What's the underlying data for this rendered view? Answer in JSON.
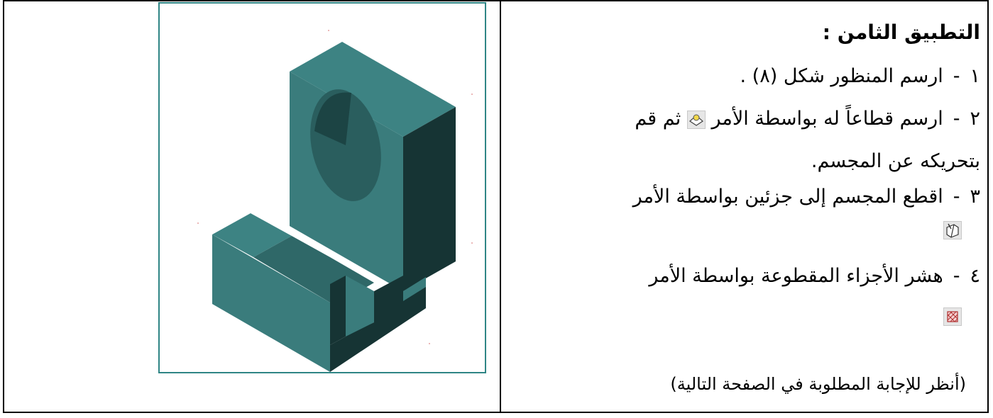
{
  "title": "التطبيق الثامن :",
  "items": [
    {
      "num": "١",
      "dash": "-",
      "text": "ارسم المنظور شكل (٨) ."
    },
    {
      "num": "٢",
      "dash": "-",
      "text_before_icon": "ارسم قطاعاً له بواسطة الأمر",
      "text_after_icon": "ثم قم",
      "continuation": "بتحريكه عن المجسم.",
      "icon": "section-command-icon"
    },
    {
      "num": "٣",
      "dash": "-",
      "text": "اقطع المجسم إلى جزئين بواسطة الأمر",
      "icon": "slice-command-icon"
    },
    {
      "num": "٤",
      "dash": "-",
      "text": "هشر الأجزاء المقطوعة بواسطة الأمر",
      "icon": "hatch-command-icon"
    }
  ],
  "note": "(أنظر للإجابة المطلوبة في الصفحة التالية)",
  "colors": {
    "frame_border": "#2f8585",
    "solid_top": "#3d8383",
    "solid_front": "#2f6868",
    "solid_side": "#143030"
  }
}
